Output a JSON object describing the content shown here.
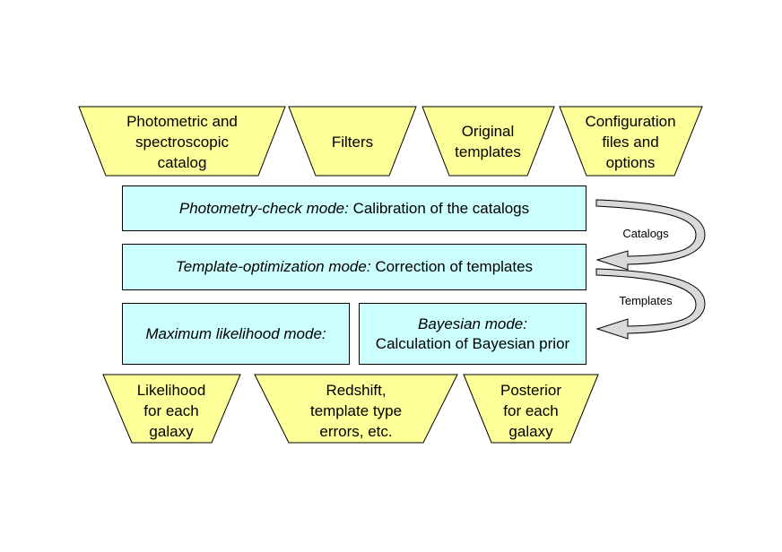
{
  "inputs": [
    {
      "lines": [
        "Photometric and",
        "spectroscopic",
        "catalog"
      ]
    },
    {
      "lines": [
        "Filters"
      ]
    },
    {
      "lines": [
        "Original",
        "templates"
      ]
    },
    {
      "lines": [
        "Configuration",
        "files and",
        "options"
      ]
    }
  ],
  "modes": {
    "photometry_check": {
      "mode": "Photometry-check mode:",
      "desc": "Calibration of the catalogs"
    },
    "template_optimization": {
      "mode": "Template-optimization mode:",
      "desc": "Correction of templates"
    },
    "maximum_likelihood": {
      "mode": "Maximum likelihood mode:"
    },
    "bayesian": {
      "mode": "Bayesian mode:",
      "desc": "Calculation of Bayesian prior"
    }
  },
  "arrows": {
    "catalogs": "Catalogs",
    "templates": "Templates"
  },
  "outputs": [
    {
      "lines": [
        "Likelihood",
        "for each",
        "galaxy"
      ]
    },
    {
      "lines": [
        "Redshift,",
        "template type",
        "errors, etc."
      ]
    },
    {
      "lines": [
        "Posterior",
        "for each",
        "galaxy"
      ]
    }
  ],
  "colors": {
    "trapezoid_fill": "#ffff99",
    "box_fill": "#ccffff",
    "arrow_fill": "#d9d9d9"
  }
}
